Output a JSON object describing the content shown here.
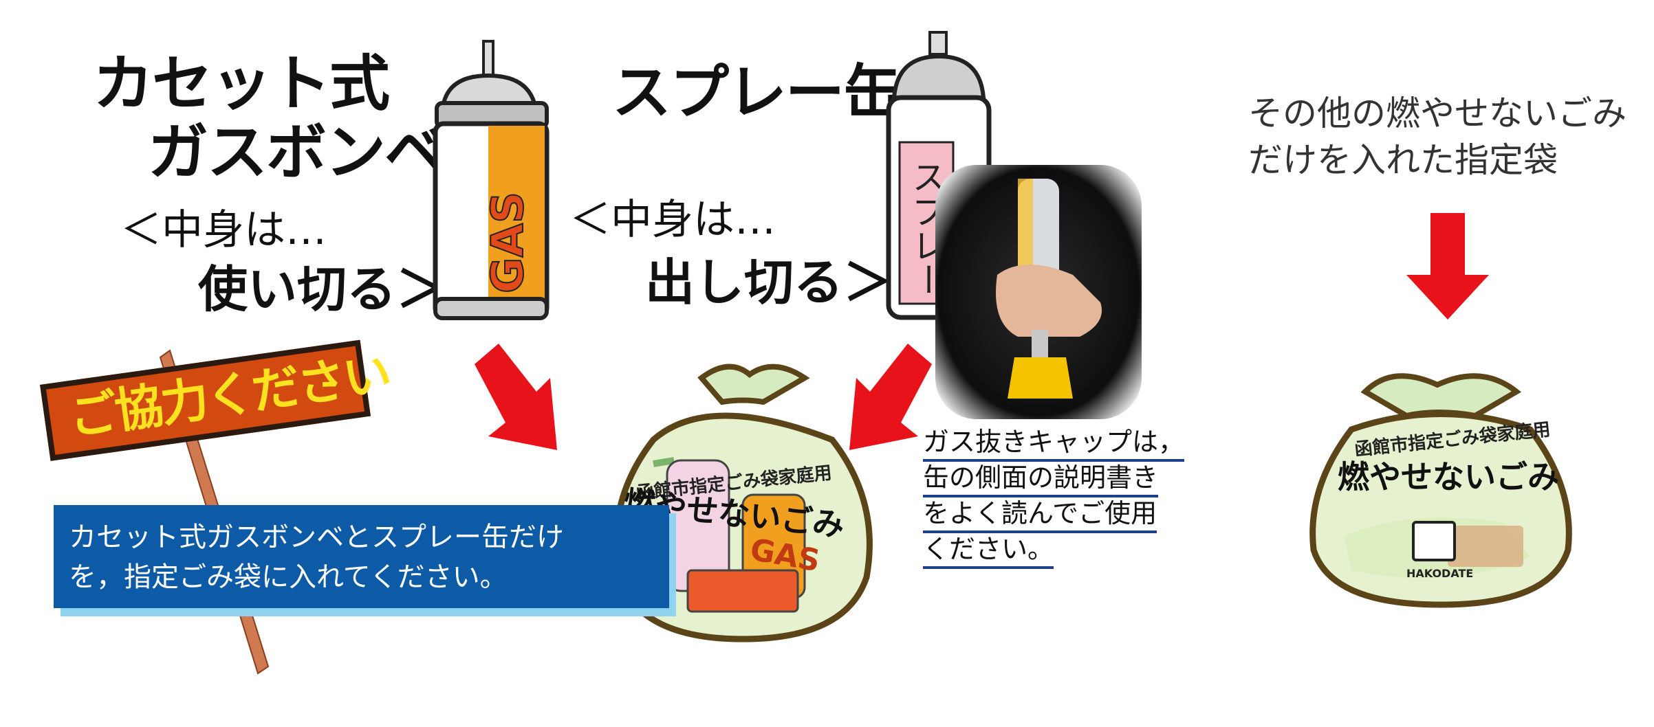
{
  "cassette": {
    "title_line1": "カセット式",
    "title_line2": "ガスボンベ",
    "note_line1": "＜中身は…",
    "note_line2": "使い切る＞",
    "can_label": "GAS"
  },
  "spray": {
    "title": "スプレー缶",
    "note_line1": "＜中身は…",
    "note_line2": "出し切る＞",
    "can_label": "スプレー"
  },
  "request_sign": {
    "label": "ご協力ください"
  },
  "instruction": {
    "line1": "カセット式ガスボンベとスプレー缶だけ",
    "line2": "を，指定ごみ袋に入れてください。"
  },
  "cap_note": {
    "line1": "ガス抜きキャップは，",
    "line2": "缶の側面の説明書き",
    "line3": "をよく読んでご使用",
    "line4": "ください。"
  },
  "other_waste": {
    "line1": "その他の燃やせないごみ",
    "line2": "だけを入れた指定袋"
  },
  "bag_left": {
    "header": "函館市指定ごみ袋家庭用",
    "title": "燃やせないごみ",
    "can_label": "GAS"
  },
  "bag_right": {
    "header": "函館市指定ごみ袋家庭用",
    "title": "燃やせないごみ",
    "brand": "HAKODATE"
  },
  "colors": {
    "arrow_red": "#e8121b",
    "can_orange": "#f0a01e",
    "spray_pink": "#f6bcc6",
    "bag_green": "#e6f2cf",
    "bag_outline": "#5a4418",
    "sign_board": "#d24a0f",
    "sign_text": "#ffe21f",
    "instruction_blue": "#0d5aa7"
  }
}
